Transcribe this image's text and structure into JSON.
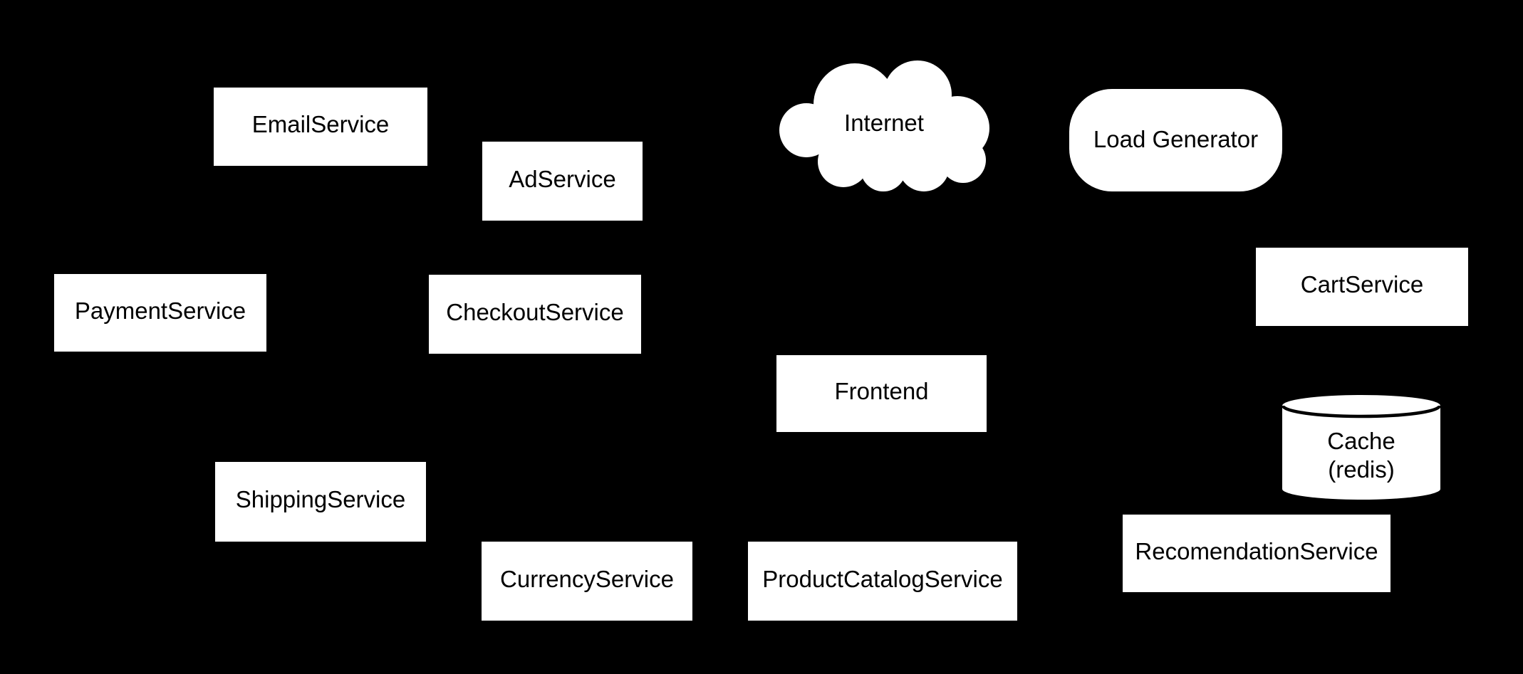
{
  "diagram": {
    "title": "microservices architecture diagram",
    "colors": {
      "background": "#000000",
      "node_fill": "#ffffff",
      "node_text": "#000000",
      "cylinder_rim": "#000000"
    },
    "nodes": {
      "email_service": {
        "label": "EmailService",
        "shape": "rectangle"
      },
      "ad_service": {
        "label": "AdService",
        "shape": "rectangle"
      },
      "internet": {
        "label": "Internet",
        "shape": "cloud"
      },
      "load_generator": {
        "label": "Load Generator",
        "shape": "rounded-rectangle"
      },
      "payment_service": {
        "label": "PaymentService",
        "shape": "rectangle"
      },
      "checkout_service": {
        "label": "CheckoutService",
        "shape": "rectangle"
      },
      "cart_service": {
        "label": "CartService",
        "shape": "rectangle"
      },
      "frontend": {
        "label": "Frontend",
        "shape": "rectangle"
      },
      "cache": {
        "label_line1": "Cache",
        "label_line2": "(redis)",
        "shape": "cylinder"
      },
      "shipping_service": {
        "label": "ShippingService",
        "shape": "rectangle"
      },
      "currency_service": {
        "label": "CurrencyService",
        "shape": "rectangle"
      },
      "product_catalog_service": {
        "label": "ProductCatalogService",
        "shape": "rectangle"
      },
      "recomendation_service": {
        "label": "RecomendationService",
        "shape": "rectangle"
      }
    }
  }
}
